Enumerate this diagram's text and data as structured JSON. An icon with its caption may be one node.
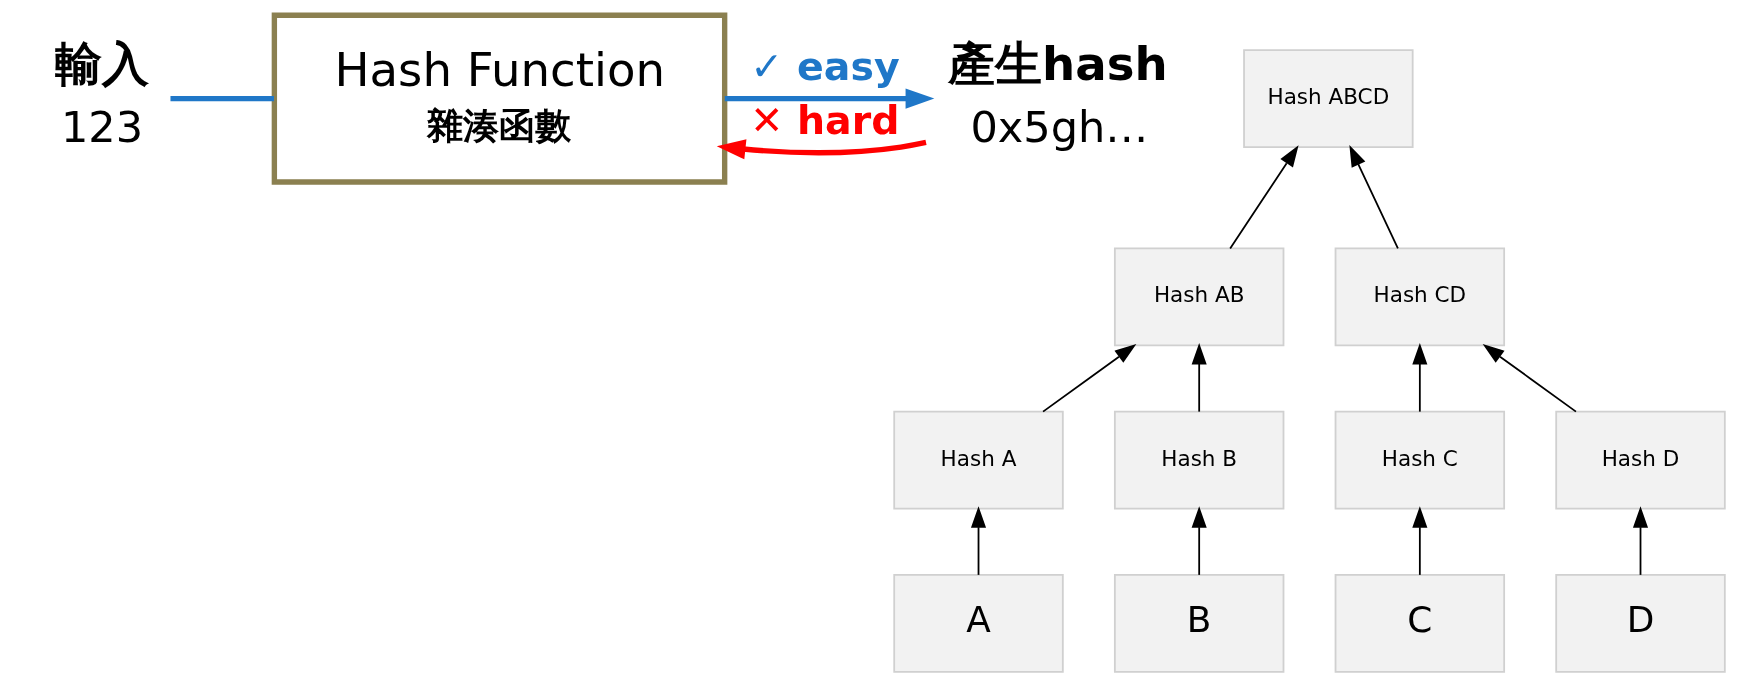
{
  "diagram": {
    "nodes": [
      {
        "text": [
          "輸入",
          "123"
        ]
      },
      {
        "text": [
          "Hash Function",
          "雜湊函數"
        ]
      },
      {
        "text": [
          "產生hash",
          "0x5gh…"
        ]
      },
      {
        "text": [
          "Hash ABCD"
        ]
      },
      {
        "text": [
          "Hash AB"
        ]
      },
      {
        "text": [
          "Hash CD"
        ]
      },
      {
        "text": [
          "Hash A"
        ]
      },
      {
        "text": [
          "Hash B"
        ]
      },
      {
        "text": [
          "Hash C"
        ]
      },
      {
        "text": [
          "Hash D"
        ]
      },
      {
        "text": [
          "A"
        ]
      },
      {
        "text": [
          "B"
        ]
      },
      {
        "text": [
          "C"
        ]
      },
      {
        "text": [
          "D"
        ]
      }
    ],
    "edges": [
      {
        "from": 0,
        "to": 1,
        "arrow": "none",
        "color": "#1f77c8",
        "style": "thick"
      },
      {
        "from": 1,
        "to": 2,
        "arrow": "to",
        "label": "✓ easy",
        "color": "#1f77c8",
        "style": "thick"
      },
      {
        "from": 2,
        "to": 1,
        "arrow": "to",
        "label": "✕ hard",
        "color": "#ff0000",
        "style": "thick"
      },
      {
        "from": 4,
        "to": 3,
        "arrow": "to"
      },
      {
        "from": 5,
        "to": 3,
        "arrow": "to"
      },
      {
        "from": 6,
        "to": 4,
        "arrow": "to"
      },
      {
        "from": 7,
        "to": 4,
        "arrow": "to"
      },
      {
        "from": 8,
        "to": 5,
        "arrow": "to"
      },
      {
        "from": 9,
        "to": 5,
        "arrow": "to"
      },
      {
        "from": 10,
        "to": 6,
        "arrow": "to"
      },
      {
        "from": 11,
        "to": 7,
        "arrow": "to"
      },
      {
        "from": 12,
        "to": 8,
        "arrow": "to"
      },
      {
        "from": 13,
        "to": 9,
        "arrow": "to"
      }
    ]
  }
}
